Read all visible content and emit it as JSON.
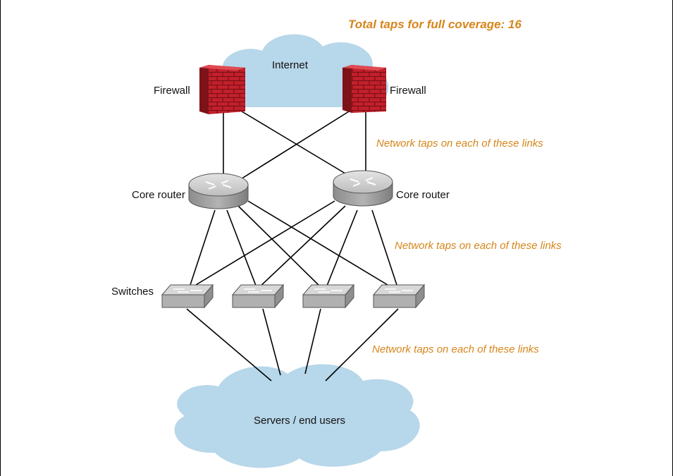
{
  "header": {
    "total_taps": "Total taps for full coverage: 16"
  },
  "clouds": {
    "internet": "Internet",
    "servers": "Servers / end users"
  },
  "nodes": {
    "firewall_left": "Firewall",
    "firewall_right": "Firewall",
    "router_left": "Core router",
    "router_right": "Core router",
    "switches": "Switches"
  },
  "annotations": {
    "tap_tier1": "Network taps on each of these links",
    "tap_tier2": "Network taps on each of these links",
    "tap_tier3": "Network taps on each of these links"
  },
  "colors": {
    "accent": "#d6861c",
    "cloud": "#b7d7ea",
    "firewall": "#c0202b",
    "device_gray": "#a8a8a8",
    "line": "#000000"
  }
}
